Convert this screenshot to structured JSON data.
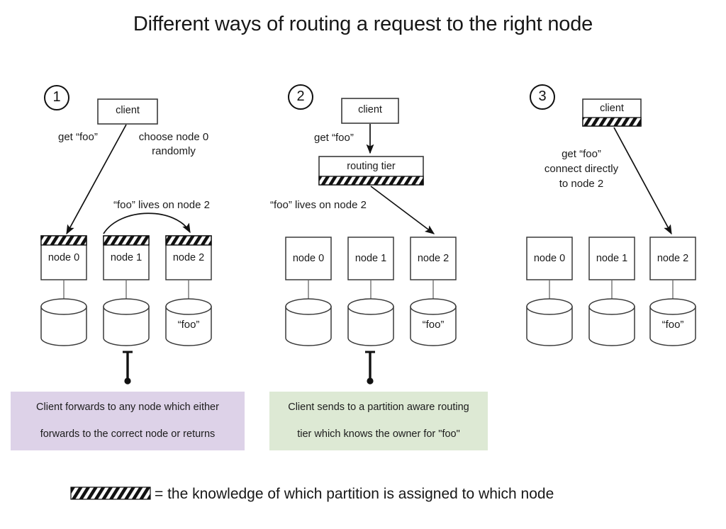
{
  "title": "Different ways of routing a request to the right node",
  "legend": {
    "hatch_icon": "hatched-band-icon",
    "text": "= the knowledge of which partition is assigned to which node"
  },
  "colors": {
    "callout_purple": "#ddd2e8",
    "callout_green": "#dde9d4",
    "stroke": "#1a1a1a",
    "background": "#ffffff"
  },
  "panels": [
    {
      "number": "1",
      "client_label": "client",
      "client_has_hatch": false,
      "labels": [
        {
          "name": "get-foo-label",
          "text": "get “foo”"
        },
        {
          "name": "choose-node-label-line1",
          "text": "choose node 0"
        },
        {
          "name": "choose-node-label-line2",
          "text": "randomly"
        },
        {
          "name": "foo-lives-label",
          "text": "“foo” lives on node 2"
        }
      ],
      "nodes": [
        {
          "label": "node 0",
          "hatched": true,
          "store_label": ""
        },
        {
          "label": "node 1",
          "hatched": true,
          "store_label": ""
        },
        {
          "label": "node 2",
          "hatched": true,
          "store_label": "“foo”"
        }
      ],
      "callout": {
        "line1": "Client forwards to any node which either",
        "line2": "forwards to the correct node or returns"
      }
    },
    {
      "number": "2",
      "client_label": "client",
      "client_has_hatch": false,
      "routing_tier_label": "routing tier",
      "labels": [
        {
          "name": "get-foo-label",
          "text": "get “foo”"
        },
        {
          "name": "foo-lives-label",
          "text": "“foo” lives on node 2"
        }
      ],
      "nodes": [
        {
          "label": "node 0",
          "hatched": false,
          "store_label": ""
        },
        {
          "label": "node 1",
          "hatched": false,
          "store_label": ""
        },
        {
          "label": "node 2",
          "hatched": false,
          "store_label": "“foo”"
        }
      ],
      "callout": {
        "line1": "Client sends to a partition aware routing",
        "line2": "tier which knows the owner for \"foo\""
      }
    },
    {
      "number": "3",
      "client_label": "client",
      "client_has_hatch": true,
      "labels": [
        {
          "name": "get-foo-label",
          "text": "get “foo”"
        },
        {
          "name": "connect-directly-line1",
          "text": "connect directly"
        },
        {
          "name": "connect-directly-line2",
          "text": "to node 2"
        }
      ],
      "nodes": [
        {
          "label": "node 0",
          "hatched": false,
          "store_label": ""
        },
        {
          "label": "node 1",
          "hatched": false,
          "store_label": ""
        },
        {
          "label": "node 2",
          "hatched": false,
          "store_label": "“foo”"
        }
      ]
    }
  ]
}
